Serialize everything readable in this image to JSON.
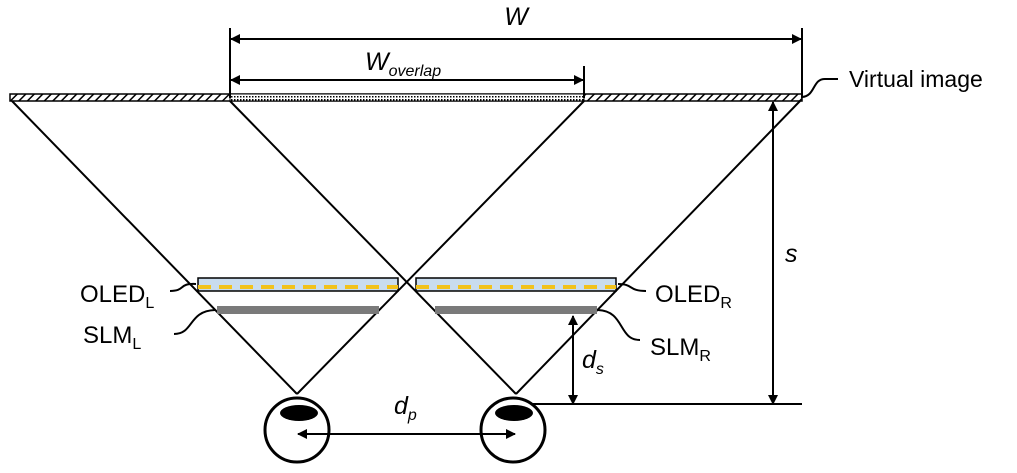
{
  "labels": {
    "w": "W",
    "w_overlap_base": "W",
    "w_overlap_sub": "overlap",
    "virtual_image": "Virtual image",
    "s": "s",
    "oled_l_base": "OLED",
    "oled_l_sub": "L",
    "oled_r_base": "OLED",
    "oled_r_sub": "R",
    "slm_l_base": "SLM",
    "slm_l_sub": "L",
    "slm_r_base": "SLM",
    "slm_r_sub": "R",
    "ds_base": "d",
    "ds_sub": "s",
    "dp_base": "d",
    "dp_sub": "p"
  },
  "colors": {
    "line": "#000000",
    "oled_fill": "#c9dcee",
    "oled_emitter": "#f2c21b",
    "slm_fill": "#7a7a7a"
  }
}
